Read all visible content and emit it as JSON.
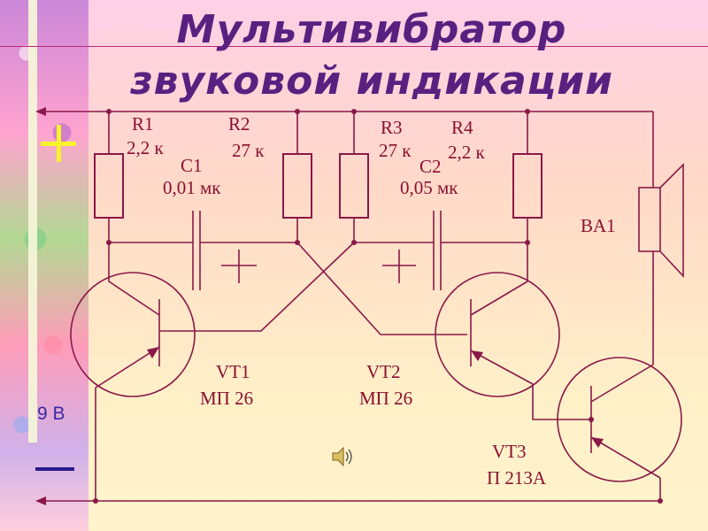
{
  "title": {
    "line1": "Мультивибратор",
    "line2": "звуковой индикации"
  },
  "supply": {
    "voltage_label": "9 В",
    "plus_symbol": "+",
    "minus_symbol": "—"
  },
  "components": {
    "r1": {
      "name": "R1",
      "value": "2,2 к"
    },
    "r2": {
      "name": "R2",
      "value": "27 к"
    },
    "r3": {
      "name": "R3",
      "value": "27 к"
    },
    "r4": {
      "name": "R4",
      "value": "2,2 к"
    },
    "c1": {
      "name": "C1",
      "value": "0,01 мк"
    },
    "c2": {
      "name": "C2",
      "value": "0,05 мк"
    },
    "vt1": {
      "name": "VT1",
      "value": "МП 26"
    },
    "vt2": {
      "name": "VT2",
      "value": "МП 26"
    },
    "vt3": {
      "name": "VT3",
      "value": "П 213А"
    },
    "ba1": {
      "name": "BA1"
    }
  },
  "colors": {
    "title": "#5a2080",
    "labels": "#8a1030",
    "wires": "#8a1848",
    "supply_label": "#3a2aa0",
    "plus_mark": "#f7f32a"
  },
  "icons": {
    "sound": "speaker-sound-icon",
    "plus": "plus-icon"
  }
}
